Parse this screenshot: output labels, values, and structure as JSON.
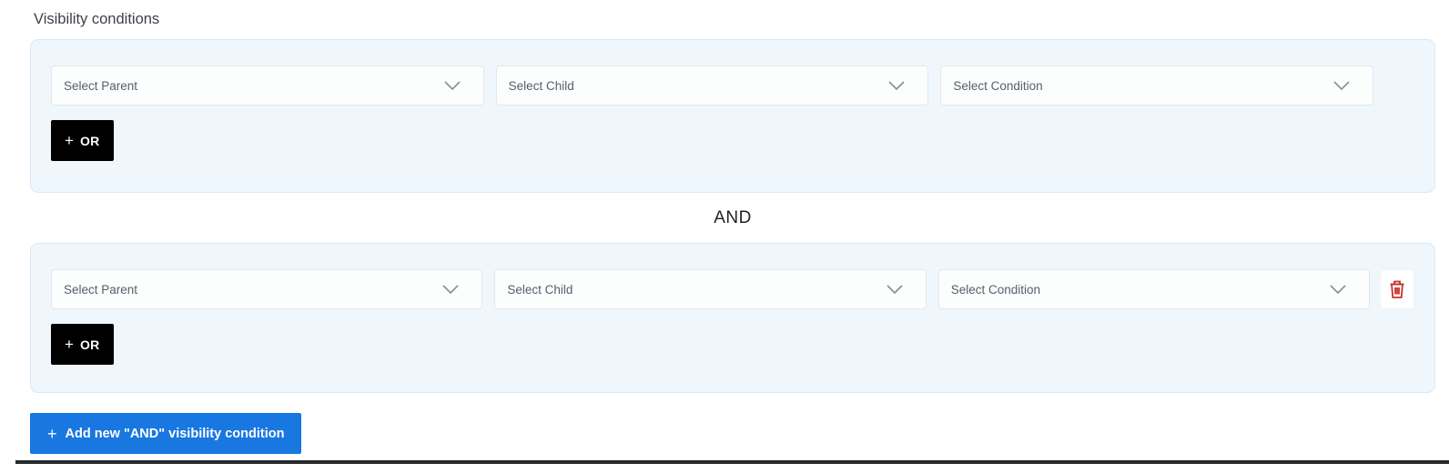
{
  "title": "Visibility conditions",
  "colors": {
    "panel-bg": "#eff7fd",
    "panel-border": "#d8e9f7",
    "accent-blue": "#1877e0",
    "or-black": "#000000",
    "delete-red": "#c9302c",
    "rule-dark": "#27292c"
  },
  "groups": [
    {
      "selects": [
        {
          "placeholder": "Select Parent"
        },
        {
          "placeholder": "Select Child"
        },
        {
          "placeholder": "Select Condition"
        }
      ],
      "or_button": {
        "plus": "+",
        "label": "OR"
      }
    },
    {
      "selects": [
        {
          "placeholder": "Select Parent"
        },
        {
          "placeholder": "Select Child"
        },
        {
          "placeholder": "Select Condition"
        }
      ],
      "or_button": {
        "plus": "+",
        "label": "OR"
      },
      "delete_icon": "trash-icon"
    }
  ],
  "separator": "AND",
  "add_button": {
    "plus": "+",
    "label": "Add new \"AND\" visibility condition"
  }
}
